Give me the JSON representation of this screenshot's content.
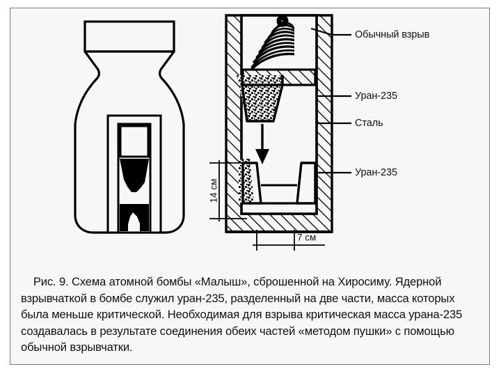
{
  "figure": {
    "caption": "Рис. 9. Схема атомной бомбы «Малыш», сброшенной на Хиросиму. Ядерной взрывчаткой в бомбе служил уран-235, разделенный на две части, масса которых была меньше критической. Необходимая для взрыва критическая масса урана-235 создавалась в результате соединения обеих частей «методом пушки» с помощью обычной взрывчатки.",
    "caption_lines": [
      "Рис. 9. Схема атомной бомбы «Малыш», сброшенной на Хиросиму.",
      "Ядерной взрывчаткой в бомбе служил уран-235, разделенный на две",
      "части, масса которых была меньше критической. Необходимая для",
      "взрыва критическая масса урана-235 создавалась в результате",
      "соединения обеих частей «методом пушки» с помощью обычной",
      "взрывчатки."
    ]
  },
  "callouts": {
    "conventional_explosive": "Обычный взрыв",
    "uranium_projectile": "Уран-235",
    "steel": "Сталь",
    "uranium_target": "Уран-235"
  },
  "dimensions": {
    "height": "14 см",
    "width": "7 см"
  },
  "colors": {
    "page_background": "#ffffff",
    "panel_background": "#f7f7f7",
    "frame_border": "#7b7b7b",
    "ink": "#000000",
    "text": "#111111"
  },
  "icons": {
    "blast_waves": "blast-waves-icon",
    "down_arrow": "down-arrow-icon"
  }
}
